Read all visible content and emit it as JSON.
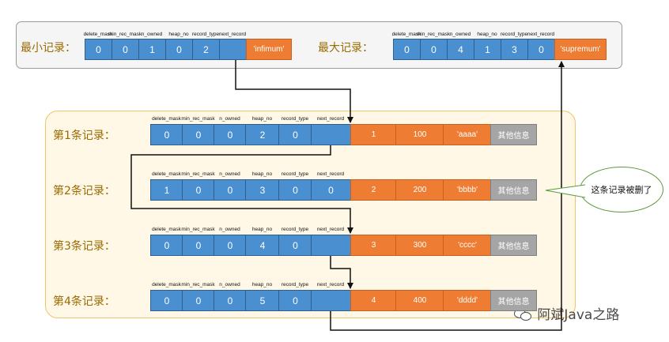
{
  "field_headers": [
    "delete_mask",
    "min_rec_mask",
    "n_owned",
    "heap_no",
    "record_type",
    "next_record"
  ],
  "min_record": {
    "label": "最小记录：",
    "values": [
      "0",
      "0",
      "1",
      "0",
      "2",
      ""
    ],
    "payload": "'infimum'"
  },
  "max_record": {
    "label": "最大记录：",
    "values": [
      "0",
      "0",
      "4",
      "1",
      "3",
      "0"
    ],
    "payload": "'supremum'"
  },
  "records": [
    {
      "label": "第1条记录：",
      "values": [
        "0",
        "0",
        "0",
        "2",
        "0",
        ""
      ],
      "data": [
        "1",
        "100",
        "'aaaa'",
        "其他信息"
      ]
    },
    {
      "label": "第2条记录：",
      "values": [
        "1",
        "0",
        "0",
        "3",
        "0",
        "0"
      ],
      "data": [
        "2",
        "200",
        "'bbbb'",
        "其他信息"
      ]
    },
    {
      "label": "第3条记录：",
      "values": [
        "0",
        "0",
        "0",
        "4",
        "0",
        ""
      ],
      "data": [
        "3",
        "300",
        "'cccc'",
        "其他信息"
      ]
    },
    {
      "label": "第4条记录：",
      "values": [
        "0",
        "0",
        "0",
        "5",
        "0",
        ""
      ],
      "data": [
        "4",
        "400",
        "'dddd'",
        "其他信息"
      ]
    }
  ],
  "callout": "这条记录被删了",
  "watermark": "阿斌Java之路",
  "colors": {
    "header_cell": "#4a8fd0",
    "data_cell": "#ee7d33",
    "other_cell": "#a5a5a5",
    "label_text": "#9a6a00",
    "record_panel": "#fff8e6",
    "record_panel_border": "#f0c36d",
    "callout_border": "#5a9a3a"
  },
  "icons": [
    "wechat-icon"
  ]
}
